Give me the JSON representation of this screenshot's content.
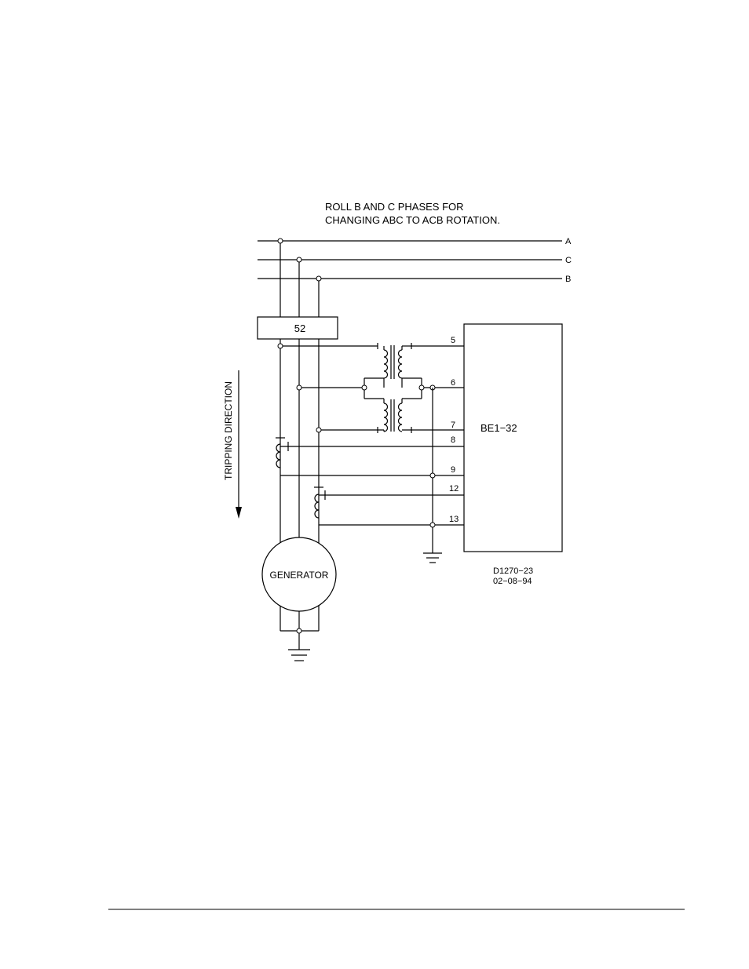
{
  "note": {
    "line1": "ROLL  B  AND  C  PHASES  FOR",
    "line2": "CHANGING  ABC  TO  ACB  ROTATION."
  },
  "buses": {
    "a": "A",
    "c": "C",
    "b": "B"
  },
  "breaker": {
    "label": "52"
  },
  "relay": {
    "label": "BE1−32"
  },
  "terminals": [
    "5",
    "6",
    "7",
    "8",
    "9",
    "12",
    "13"
  ],
  "generator": {
    "label": "GENERATOR"
  },
  "direction": {
    "label": "TRIPPING  DIRECTION"
  },
  "drawing": {
    "number": "D1270−23",
    "date": "02−08−94"
  }
}
